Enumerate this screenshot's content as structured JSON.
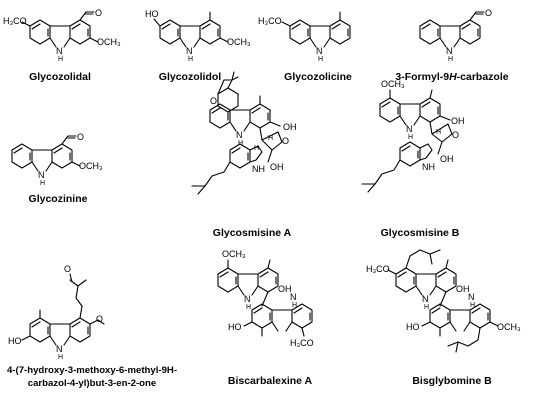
{
  "compounds": {
    "glycozolidal": {
      "name": "Glycozolidal",
      "labels": {
        "h3co": "H₃CO",
        "och3": "OCH₃",
        "nh": "N",
        "h": "H",
        "aldehyde_o": "O"
      }
    },
    "glycozolidol": {
      "name": "Glycozolidol",
      "labels": {
        "ho": "HO",
        "och3": "OCH₃",
        "nh": "N",
        "h": "H"
      }
    },
    "glycozolicine": {
      "name": "Glycozolicine",
      "labels": {
        "h3co": "H₃CO",
        "nh": "N",
        "h": "H"
      }
    },
    "formylcarbazole": {
      "name_prefix": "3-Formyl-9",
      "name_italic": "H",
      "name_suffix": "-carbazole",
      "labels": {
        "nh": "N",
        "h": "H",
        "aldehyde_o": "O"
      }
    },
    "glycozinine": {
      "name": "Glycozinine",
      "labels": {
        "och3": "OCH₃",
        "nh": "N",
        "h": "H",
        "aldehyde_o": "O"
      }
    },
    "glycosmisine_a": {
      "name": "Glycosmisine A",
      "labels": {
        "ring_o": "O",
        "oh": "OH",
        "nh1": "N",
        "h1": "H",
        "nh2": "NH",
        "epoxide_o": "O",
        "oh2": "OH",
        "h_stereo1": "H",
        "h_stereo2": "H"
      }
    },
    "glycosmisine_b": {
      "name": "Glycosmisine B",
      "labels": {
        "och3": "OCH₃",
        "oh": "OH",
        "nh1": "N",
        "h1": "H",
        "nh2": "NH",
        "epoxide_o": "O",
        "oh2": "OH",
        "h_stereo": "H"
      }
    },
    "butenone": {
      "name_line1": "4-(7-hydroxy-3-methoxy-6-methyl-9H-",
      "name_line2": "carbazol-4-yl)but-3-en-2-one",
      "labels": {
        "ketone_o": "O",
        "ho": "HO",
        "ome": "O",
        "nh": "N",
        "h": "H"
      }
    },
    "biscarbalexine_a": {
      "name": "Biscarbalexine A",
      "labels": {
        "och3_top": "OCH₃",
        "oh_top": "OH",
        "nh_top": "N",
        "h_top": "H",
        "ho_bottom": "HO",
        "nh_bottom": "N",
        "h_bottom": "H",
        "h3co_bottom": "H₃CO"
      }
    },
    "bisglybomine_b": {
      "name": "Bisglybomine B",
      "labels": {
        "h3co": "H₃CO",
        "oh_top": "OH",
        "nh_top": "N",
        "h_top": "H",
        "ho": "HO",
        "nh_bottom": "N",
        "h_bottom": "H",
        "och3": "OCH₃"
      }
    }
  }
}
